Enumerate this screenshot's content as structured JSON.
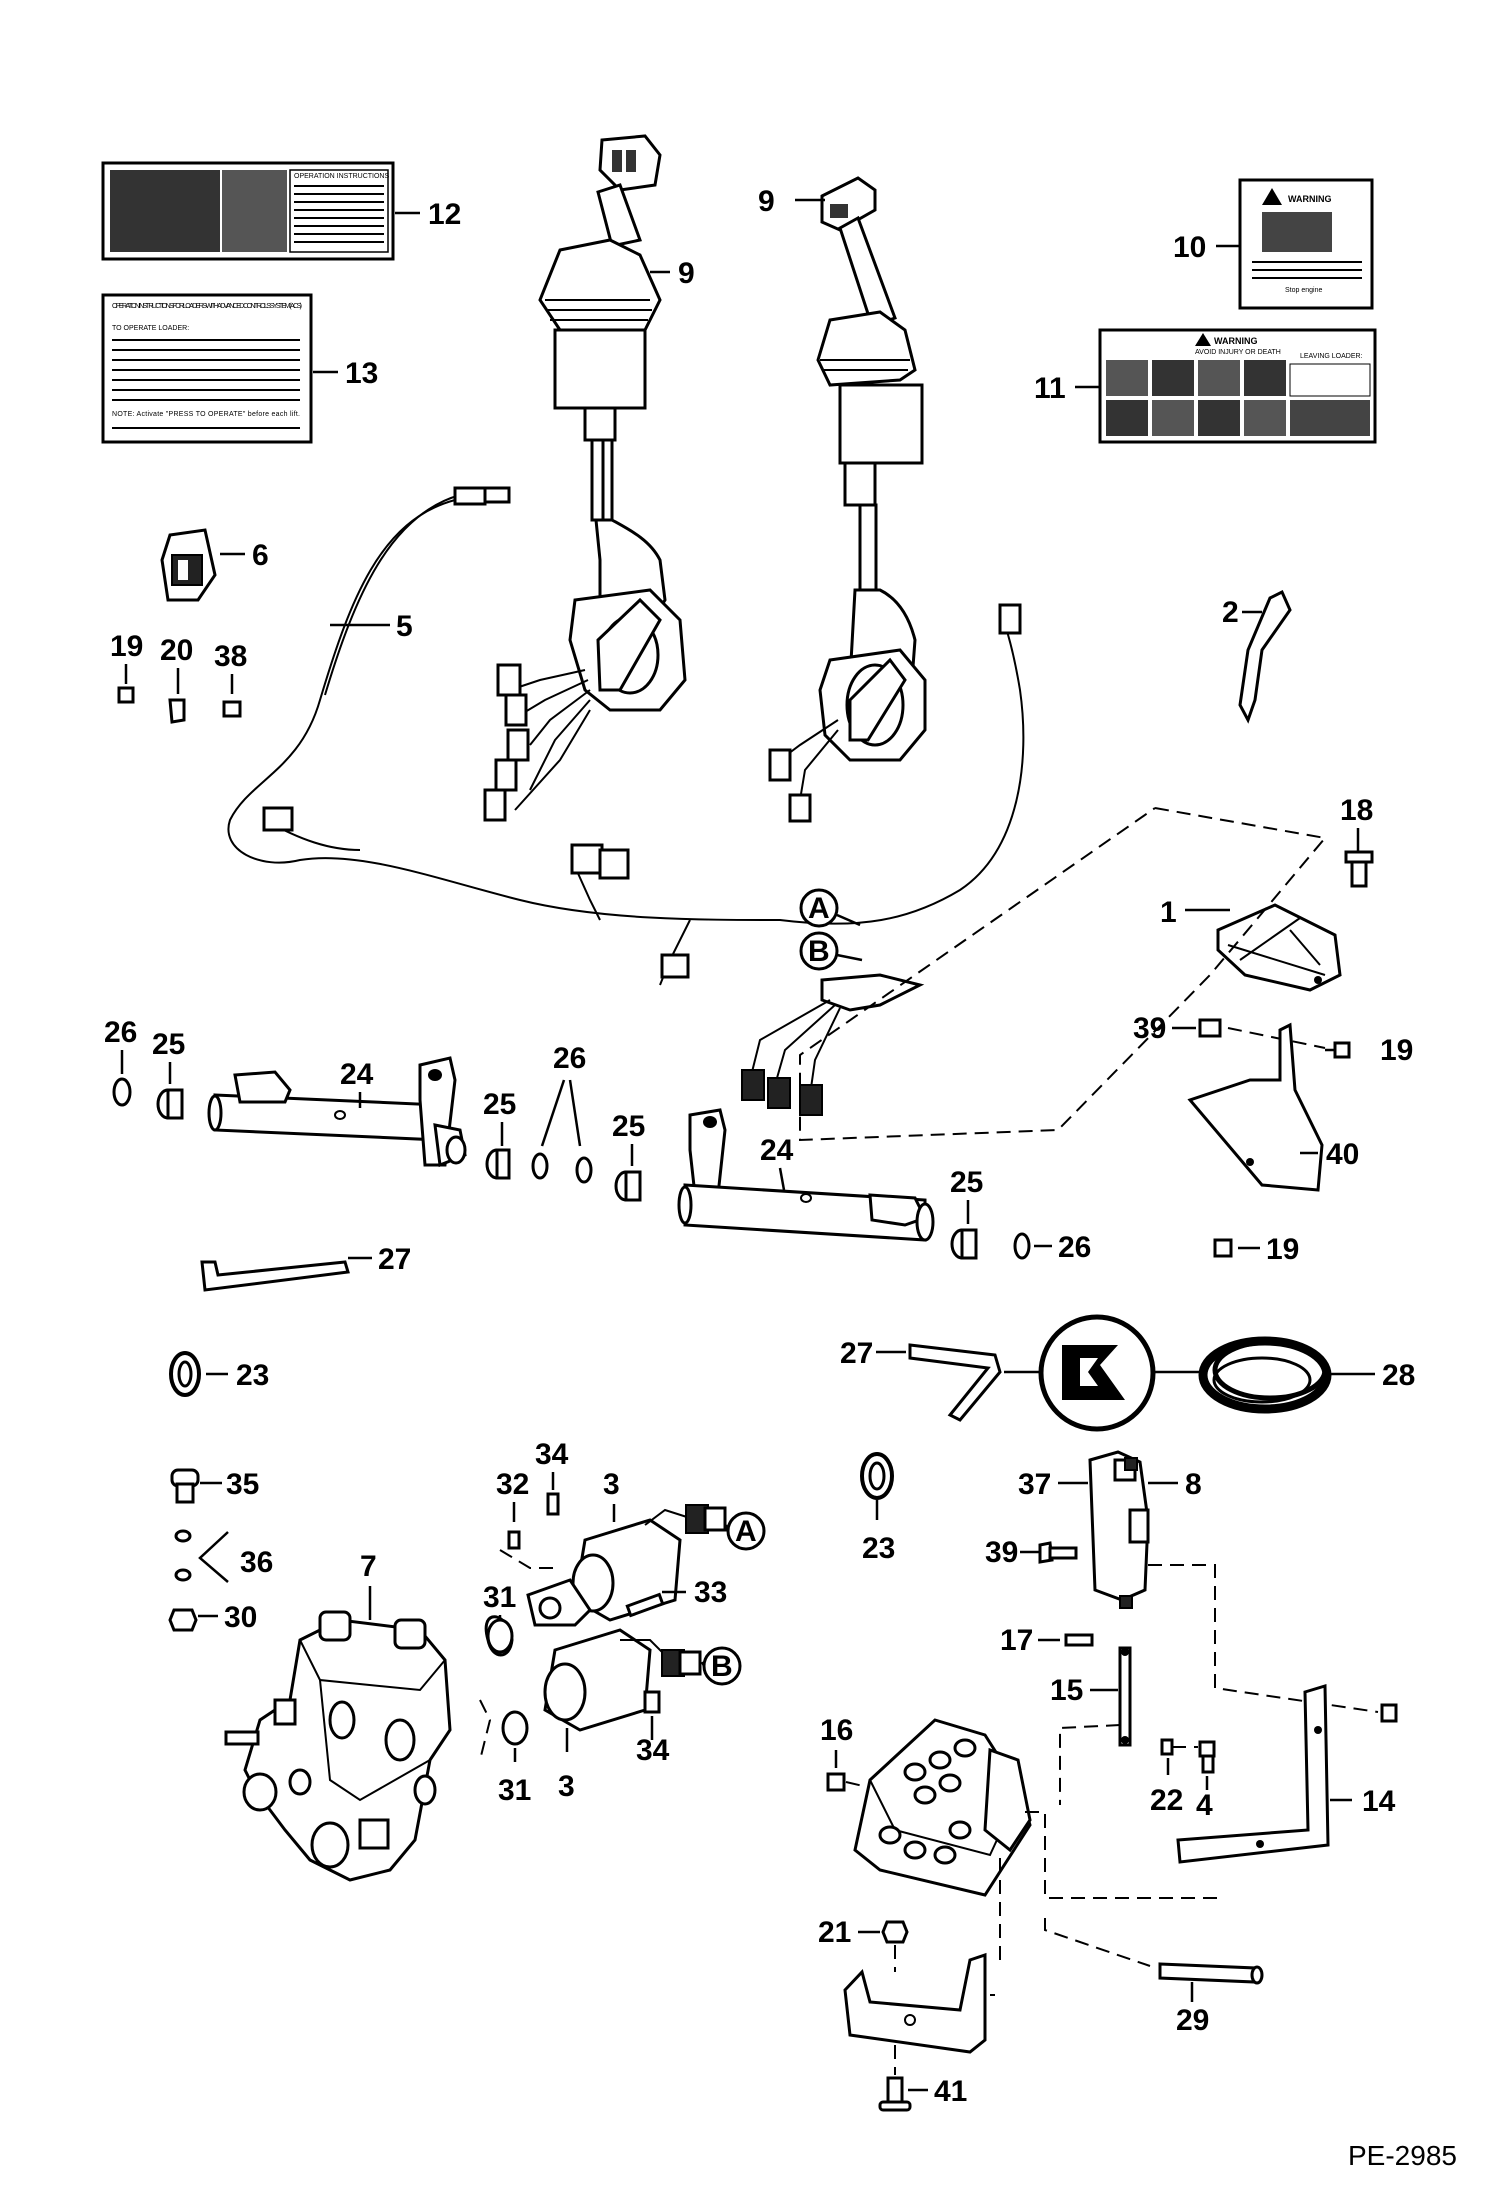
{
  "callouts": [
    "1",
    "2",
    "3",
    "3",
    "4",
    "5",
    "6",
    "7",
    "8",
    "9",
    "9",
    "10",
    "11",
    "12",
    "13",
    "14",
    "15",
    "16",
    "17",
    "18",
    "19",
    "19",
    "19",
    "20",
    "21",
    "22",
    "23",
    "23",
    "24",
    "24",
    "25",
    "25",
    "25",
    "25",
    "26",
    "26",
    "26",
    "27",
    "27",
    "28",
    "29",
    "30",
    "31",
    "31",
    "32",
    "33",
    "34",
    "34",
    "35",
    "36",
    "37",
    "38",
    "39",
    "39",
    "40",
    "41"
  ],
  "connectors": [
    "A",
    "B",
    "A",
    "B"
  ],
  "decals": {
    "op_title_12": "OPERATION INSTRUCTIONS",
    "op_title_13": "OPERATION INSTRUCTIONS FOR LOADERS WITH ADVANCED CONTROLS SYSTEM (ACS)",
    "to_operate": "TO OPERATE LOADER:",
    "note_text": "NOTE: Activate \"PRESS TO OPERATE\" before each lift.",
    "warning_10": "WARNING",
    "warning_11": "WARNING",
    "warning_11_sub": "AVOID INJURY OR DEATH",
    "leaving_loader": "LEAVING LOADER:",
    "stop_engine": "Stop engine"
  },
  "page_code": "PE-2985"
}
